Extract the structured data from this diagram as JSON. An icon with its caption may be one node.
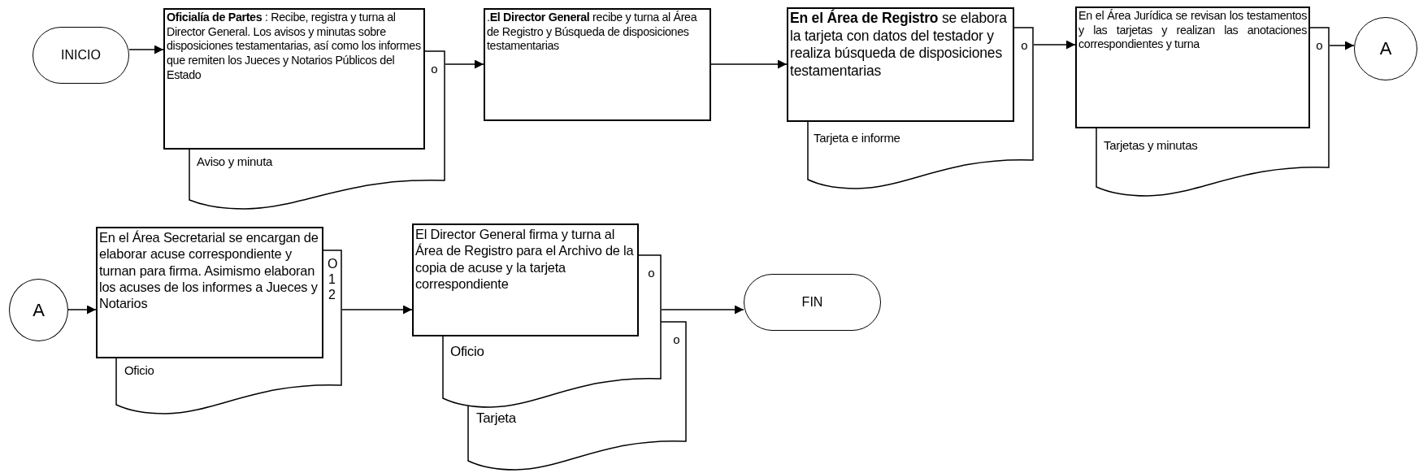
{
  "diagram": {
    "nodes": [
      {
        "text": [
          "INICIO"
        ]
      },
      {
        "text": [
          "**Oficialía de Partes** : Recibe, registra y turna al Director General. Los avisos y minutas sobre disposiciones testamentarias, así como los informes que remiten los Jueces y Notarios Públicos del Estado"
        ]
      },
      {
        "text": [
          "o",
          "Aviso y minuta"
        ]
      },
      {
        "text": [
          ".**El Director General** recibe y turna al Área de Registro y Búsqueda de disposiciones testamentarias"
        ]
      },
      {
        "text": [
          "**En el Área de Registro** se elabora la tarjeta con datos del testador y realiza búsqueda de disposiciones testamentarias"
        ]
      },
      {
        "text": [
          "o",
          "Tarjeta e informe"
        ]
      },
      {
        "text": [
          "En el Área Jurídica se revisan los testamentos y las tarjetas y realizan las anotaciones correspondientes y turna"
        ]
      },
      {
        "text": [
          "o",
          "Tarjetas y minutas"
        ]
      },
      {
        "text": [
          "A"
        ]
      },
      {
        "text": [
          "A"
        ]
      },
      {
        "text": [
          "En el Área Secretarial se encargan de elaborar acuse correspondiente y turnan para firma. Asimismo elaboran los acuses de los informes a Jueces y Notarios"
        ]
      },
      {
        "text": [
          "O 1 2",
          "Oficio"
        ]
      },
      {
        "text": [
          "El Director General firma y turna al Área de Registro para el Archivo de la copia de acuse y la tarjeta correspondiente"
        ]
      },
      {
        "text": [
          "o",
          "Oficio"
        ]
      },
      {
        "text": [
          "o",
          "Tarjeta"
        ]
      },
      {
        "text": [
          "FIN"
        ]
      }
    ],
    "edges": [
      {
        "from": 0,
        "to": 1,
        "arrow": "to"
      },
      {
        "from": 2,
        "to": 3,
        "arrow": "to"
      },
      {
        "from": 3,
        "to": 4,
        "arrow": "to"
      },
      {
        "from": 5,
        "to": 6,
        "arrow": "to"
      },
      {
        "from": 7,
        "to": 8,
        "arrow": "to"
      },
      {
        "from": 9,
        "to": 10,
        "arrow": "to"
      },
      {
        "from": 11,
        "to": 12,
        "arrow": "to"
      },
      {
        "from": 13,
        "to": 15,
        "arrow": "to"
      }
    ]
  }
}
